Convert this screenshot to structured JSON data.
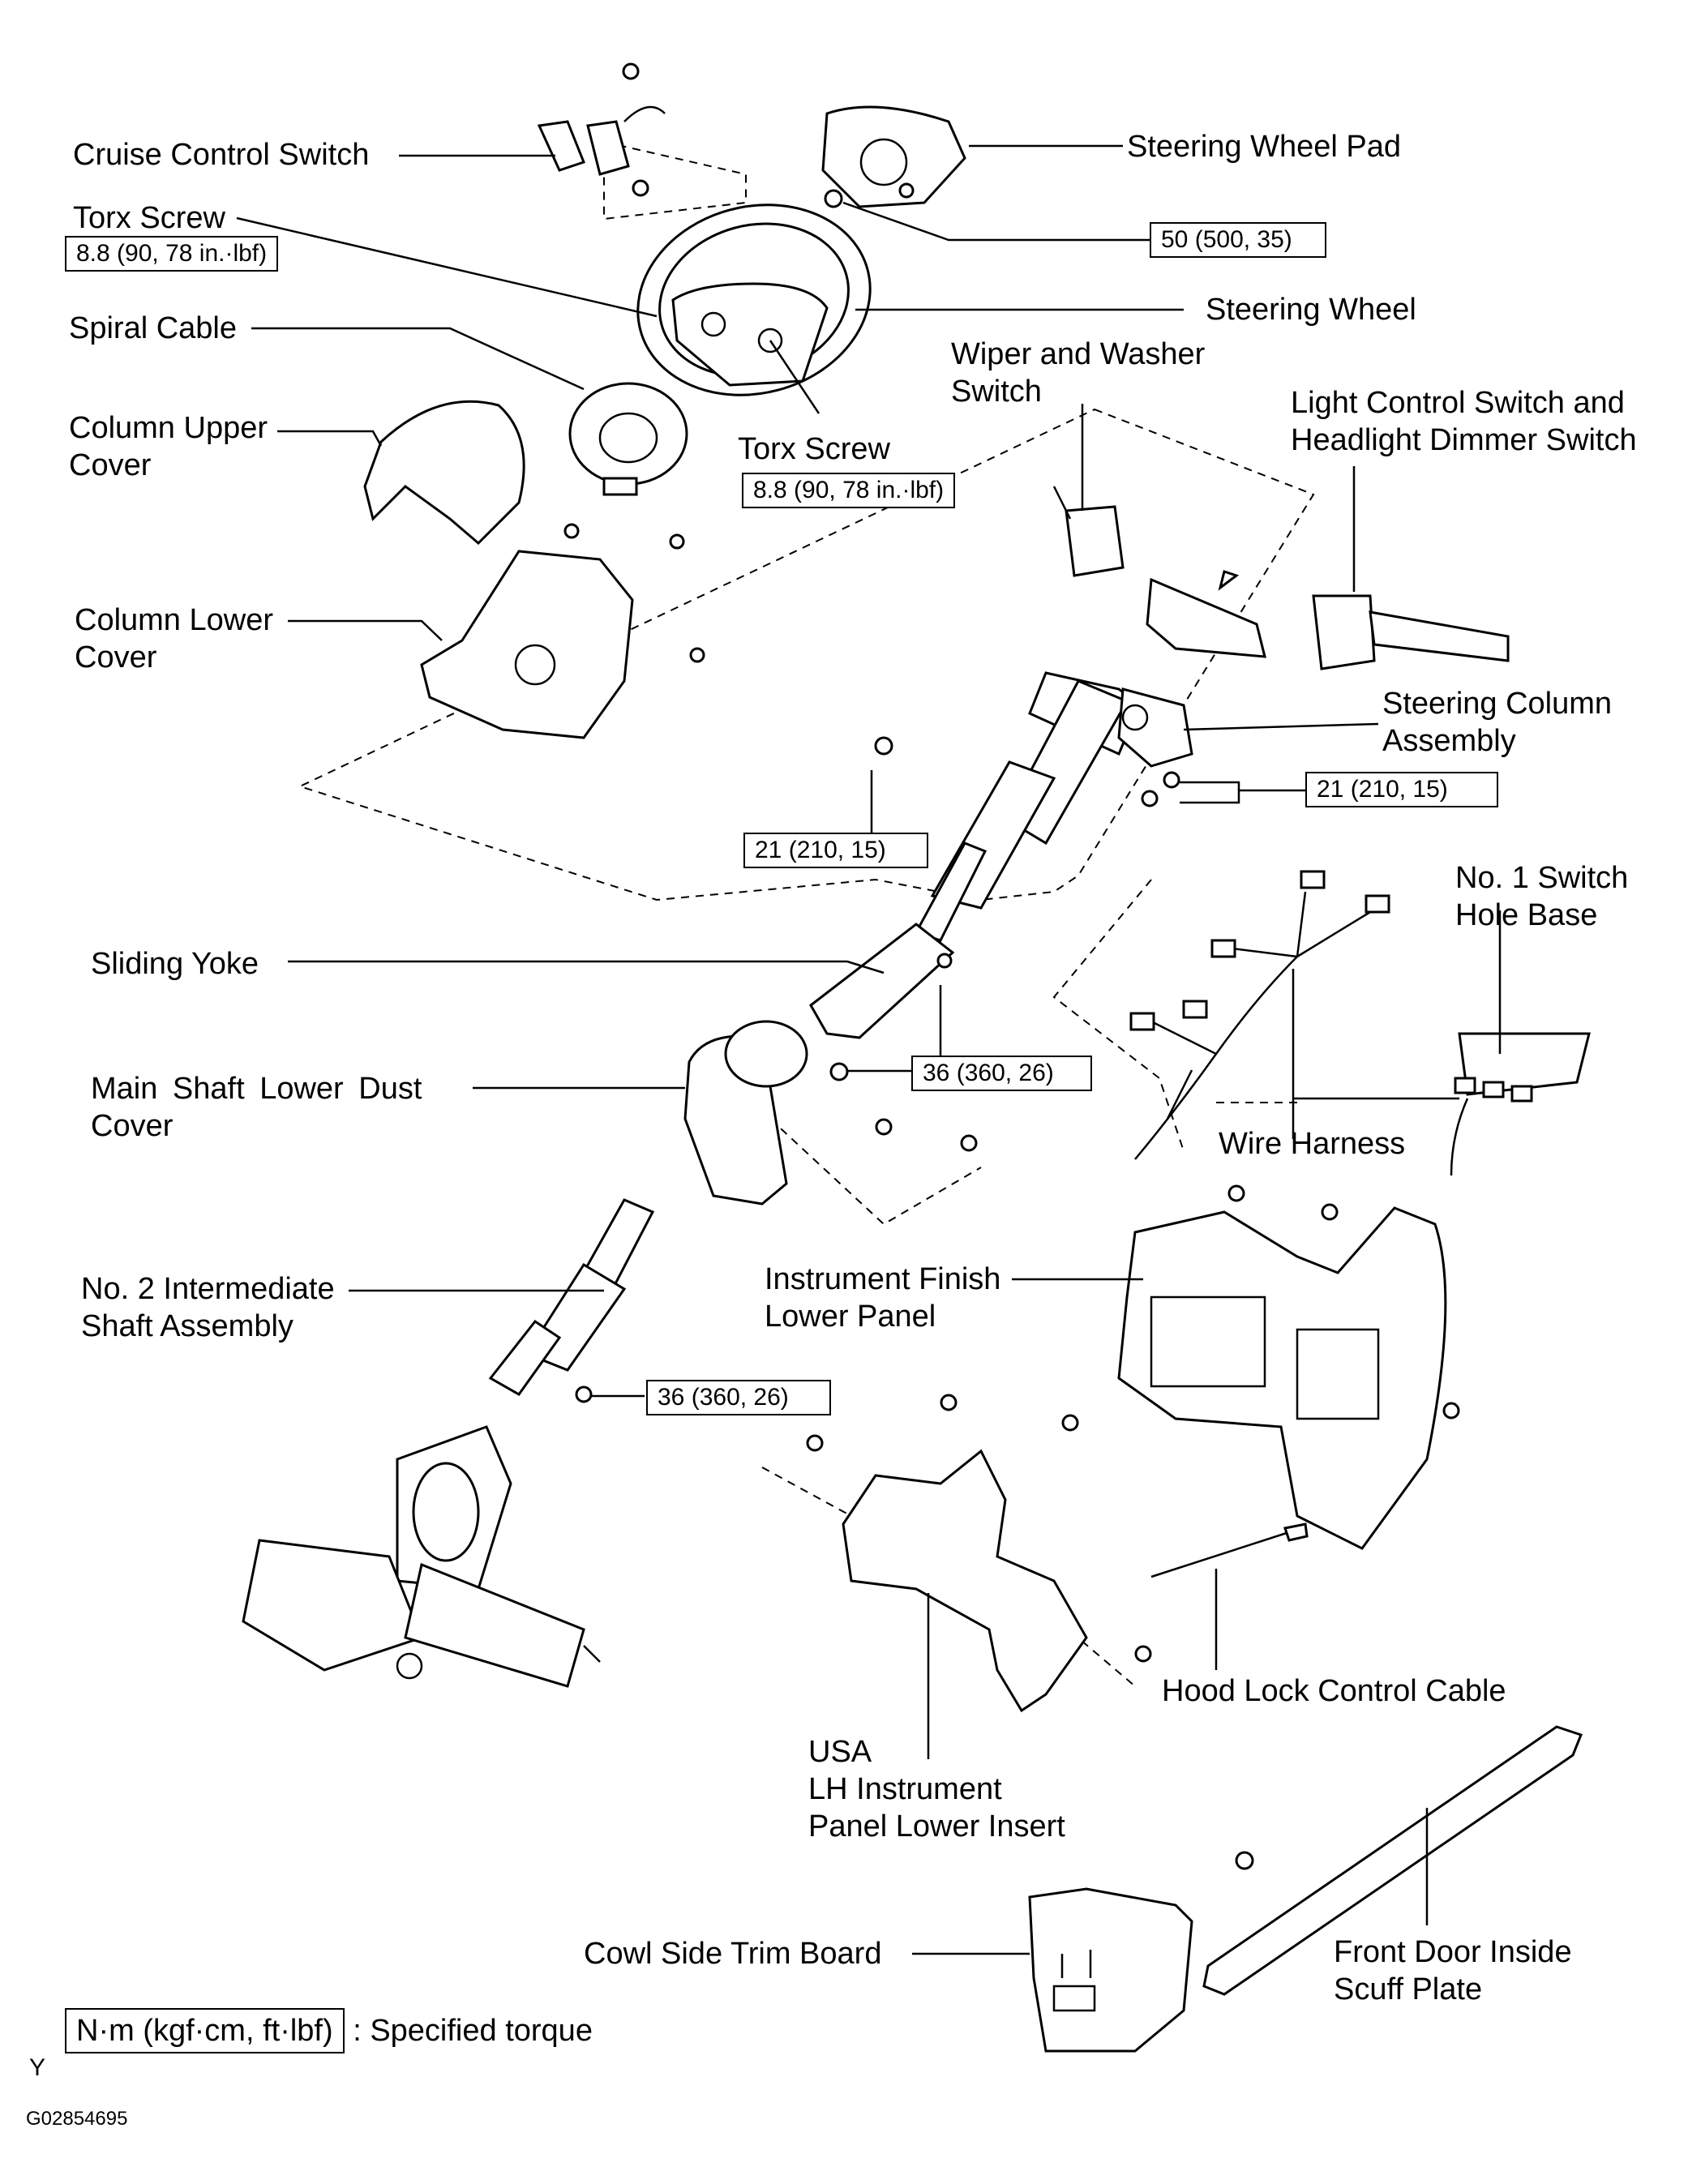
{
  "labels": {
    "cruise_control_switch": "Cruise Control Switch",
    "torx_screw_left": "Torx Screw",
    "spiral_cable": "Spiral Cable",
    "column_upper_cover": "Column Upper\nCover",
    "column_lower_cover": "Column Lower\nCover",
    "steering_wheel_pad": "Steering Wheel Pad",
    "steering_wheel": "Steering Wheel",
    "torx_screw_center": "Torx Screw",
    "wiper_washer_switch": "Wiper and Washer\nSwitch",
    "light_control_switch": "Light Control Switch and\nHeadlight Dimmer Switch",
    "steering_column_assembly": "Steering Column\nAssembly",
    "sliding_yoke": "Sliding Yoke",
    "main_shaft_lower_dust_cover": "Main Shaft Lower Dust\nCover",
    "no1_switch_hole_base": "No. 1 Switch\nHole Base",
    "wire_harness": "Wire Harness",
    "no2_intermediate_shaft": "No. 2 Intermediate\nShaft Assembly",
    "instrument_finish_lower_panel": "Instrument Finish\nLower Panel",
    "hood_lock_control_cable": "Hood Lock Control Cable",
    "lh_instrument_panel_lower_insert": "USA\nLH Instrument\nPanel Lower Insert",
    "cowl_side_trim_board": "Cowl Side Trim Board",
    "front_door_inside_scuff_plate": "Front Door Inside\nScuff Plate"
  },
  "torques": {
    "torx_left": "8.8 (90, 78 in.·lbf)",
    "torx_center": "8.8 (90, 78 in.·lbf)",
    "steering_wheel_nut": "50 (500, 35)",
    "column_bolts_right": "21 (210, 15)",
    "column_bolt_left": "21 (210, 15)",
    "sliding_yoke_bolts": "36 (360, 26)",
    "intermediate_shaft_bolt": "36 (360, 26)"
  },
  "legend": {
    "unit_box": "N·m (kgf·cm, ft·lbf)",
    "description": ": Specified torque"
  },
  "corner_mark": "Y",
  "figure_id": "G02854695"
}
